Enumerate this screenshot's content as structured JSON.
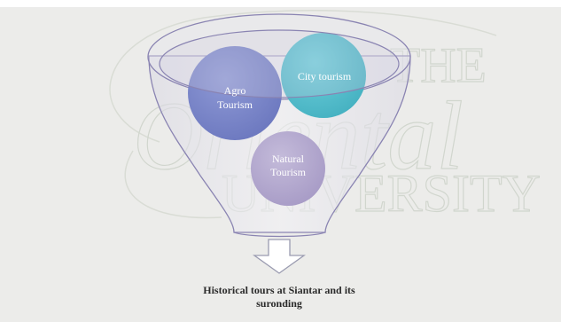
{
  "watermark": {
    "word_top": "THE",
    "word_script": "Oriental",
    "word_bottom": "UNIVERSITY"
  },
  "funnel": {
    "circles": [
      {
        "line1": "Agro",
        "line2": "Tourism",
        "color": "#7b87c9"
      },
      {
        "line1": "City tourism",
        "line2": "",
        "color": "#56c1cf"
      },
      {
        "line1": "Natural",
        "line2": "Tourism",
        "color": "#b3a8ce"
      }
    ],
    "funnel_fill": "#dedde6",
    "funnel_stroke": "#8a84b2",
    "arrow_fill": "#ffffff"
  },
  "caption": {
    "line1": "Historical tours at Siantar and its",
    "line2": "suronding"
  }
}
